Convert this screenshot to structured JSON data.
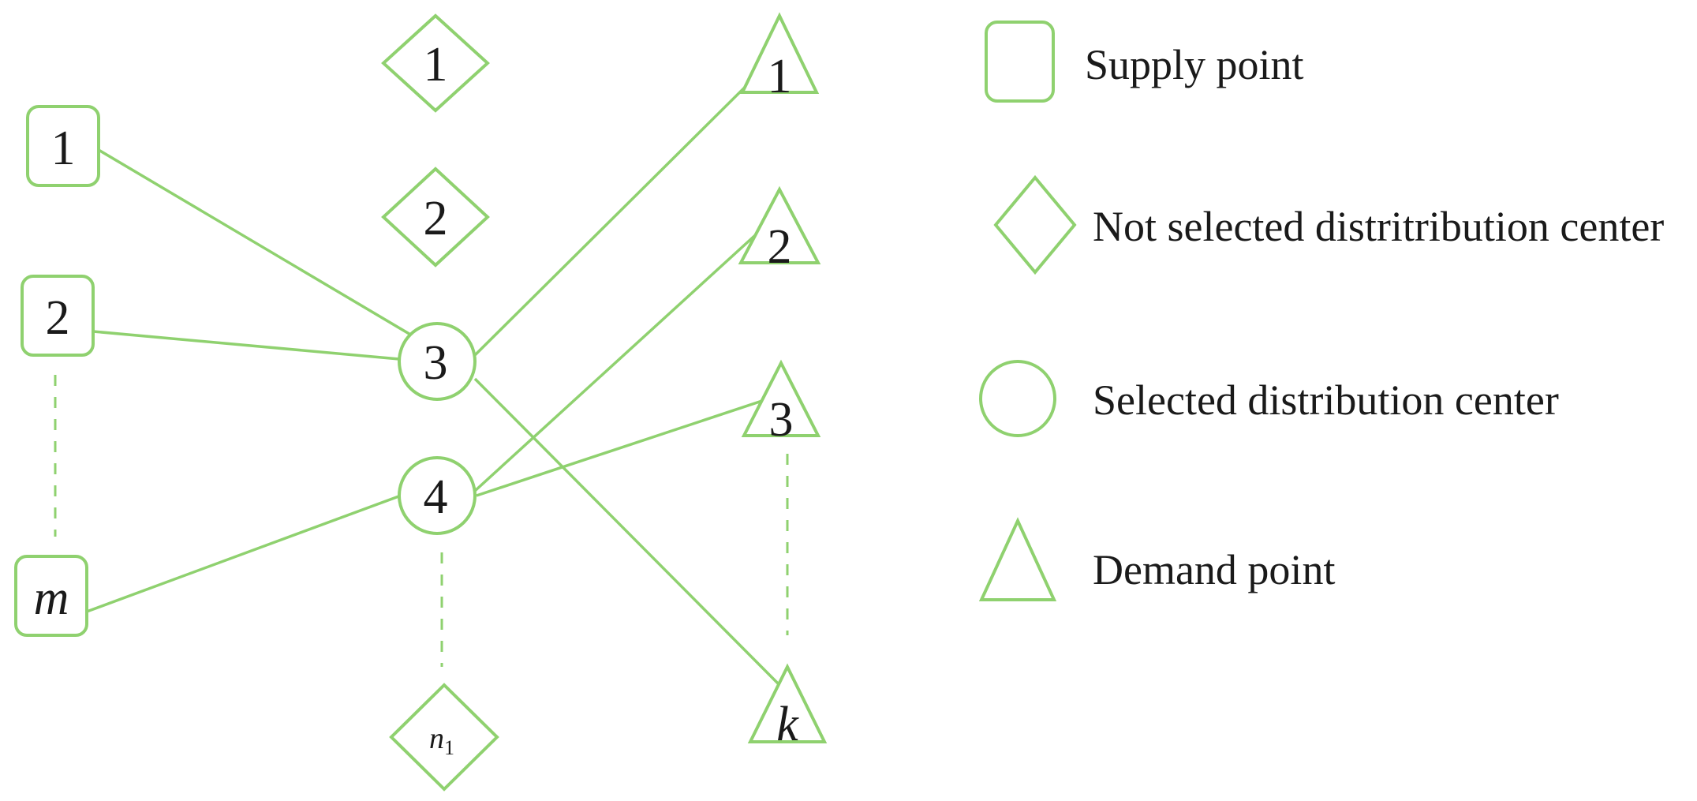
{
  "supply_points": [
    {
      "id": "s1",
      "label": "1",
      "italic": false
    },
    {
      "id": "s2",
      "label": "2",
      "italic": false
    },
    {
      "id": "sm",
      "label": "m",
      "italic": true
    }
  ],
  "distribution_centers": [
    {
      "id": "d1",
      "label": "1",
      "selected": false,
      "italic": false
    },
    {
      "id": "d2",
      "label": "2",
      "selected": false,
      "italic": false
    },
    {
      "id": "d3",
      "label": "3",
      "selected": true,
      "italic": false
    },
    {
      "id": "d4",
      "label": "4",
      "selected": true,
      "italic": false
    },
    {
      "id": "dn",
      "label": "n",
      "subscript": "1",
      "selected": false,
      "italic": true
    }
  ],
  "demand_points": [
    {
      "id": "p1",
      "label": "1",
      "italic": false
    },
    {
      "id": "p2",
      "label": "2",
      "italic": false
    },
    {
      "id": "p3",
      "label": "3",
      "italic": false
    },
    {
      "id": "pk",
      "label": "k",
      "italic": true
    }
  ],
  "edges": [
    {
      "from": "s1",
      "to": "d3"
    },
    {
      "from": "s2",
      "to": "d3"
    },
    {
      "from": "sm",
      "to": "d4"
    },
    {
      "from": "d3",
      "to": "p1"
    },
    {
      "from": "d3",
      "to": "pk"
    },
    {
      "from": "d4",
      "to": "p2"
    },
    {
      "from": "d4",
      "to": "p3"
    }
  ],
  "legend": [
    {
      "shape": "square",
      "label": "Supply point"
    },
    {
      "shape": "diamond",
      "label": "Not selected distritribution center"
    },
    {
      "shape": "circle",
      "label": "Selected distribution center"
    },
    {
      "shape": "triangle",
      "label": "Demand point"
    }
  ],
  "colors": {
    "stroke": "#8fd16f",
    "text": "#1a1a1a",
    "background": "#ffffff"
  }
}
